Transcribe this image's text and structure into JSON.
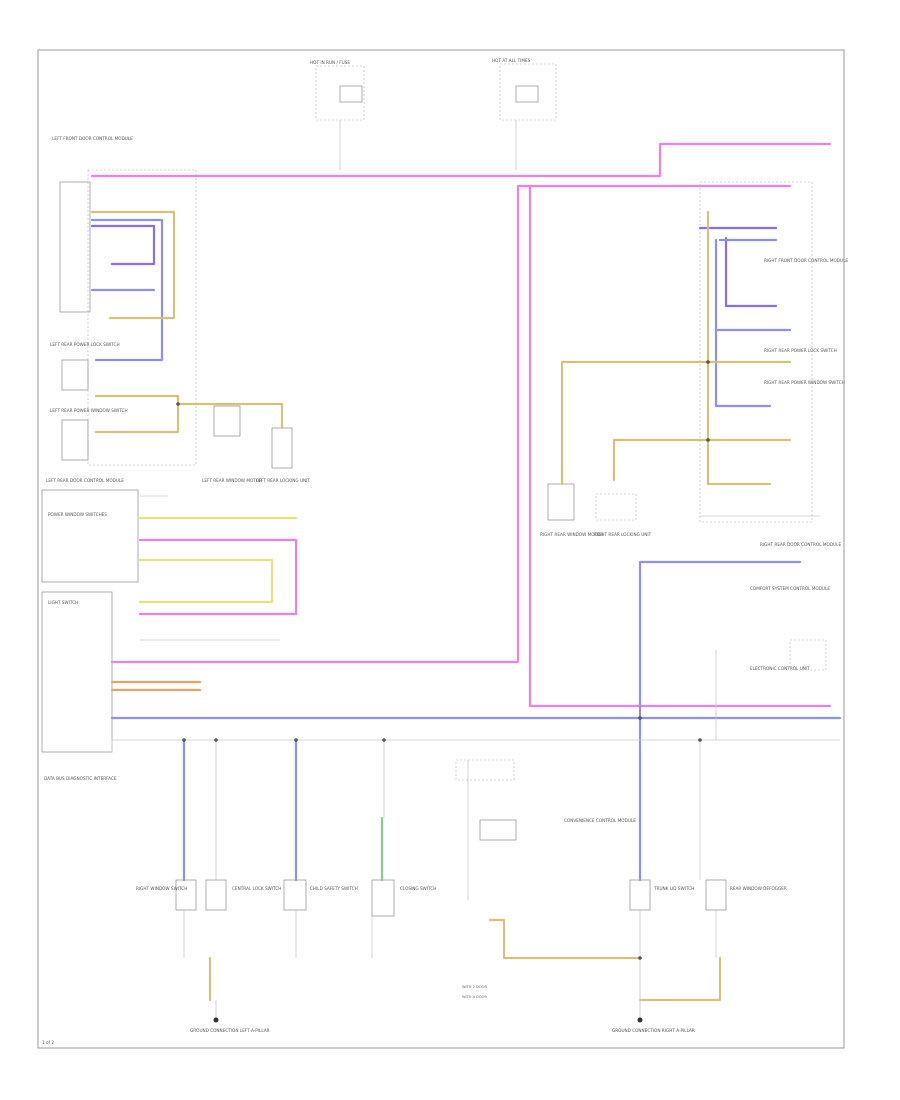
{
  "page_id": "1 of 2",
  "colors": {
    "pink": "#ee7fe6",
    "violet": "#8a6cf2",
    "blue": "#8f8ff2",
    "tan": "#d2c27a",
    "yellow": "#e2e27e",
    "orange": "#e8a36a",
    "green": "#7fd27f",
    "black": "#444444",
    "ground": "#333333"
  },
  "labels": [
    {
      "id": "fuse-top-left",
      "text": "HOT IN RUN / FUSE"
    },
    {
      "id": "fuse-top-right",
      "text": "HOT AT ALL TIMES"
    },
    {
      "id": "left-front-door",
      "text": "LEFT FRONT DOOR CONTROL MODULE"
    },
    {
      "id": "left-rear-lock",
      "text": "LEFT REAR POWER LOCK SWITCH"
    },
    {
      "id": "left-rear-window",
      "text": "LEFT REAR POWER WINDOW SWITCH"
    },
    {
      "id": "left-rear-motor",
      "text": "LEFT REAR WINDOW MOTOR"
    },
    {
      "id": "left-rear-lock-unit",
      "text": "LEFT REAR LOCKING UNIT"
    },
    {
      "id": "left-rear-door-module",
      "text": "LEFT REAR DOOR CONTROL MODULE"
    },
    {
      "id": "left-door-switches",
      "text": "POWER WINDOW SWITCHES"
    },
    {
      "id": "light-switch",
      "text": "LIGHT SWITCH"
    },
    {
      "id": "gateway",
      "text": "DATA BUS DIAGNOSTIC INTERFACE"
    },
    {
      "id": "right-front-door",
      "text": "RIGHT FRONT DOOR CONTROL MODULE"
    },
    {
      "id": "right-rear-lock-sw",
      "text": "RIGHT REAR POWER LOCK SWITCH"
    },
    {
      "id": "right-rear-window-sw",
      "text": "RIGHT REAR POWER WINDOW SWITCH"
    },
    {
      "id": "right-rear-motor",
      "text": "RIGHT REAR WINDOW MOTOR"
    },
    {
      "id": "right-rear-lock-unit",
      "text": "RIGHT REAR LOCKING UNIT"
    },
    {
      "id": "right-rear-module",
      "text": "RIGHT REAR DOOR CONTROL MODULE"
    },
    {
      "id": "comfort-module",
      "text": "COMFORT SYSTEM CONTROL MODULE"
    },
    {
      "id": "elec-ctrl",
      "text": "ELECTRONIC CONTROL UNIT"
    },
    {
      "id": "g-left",
      "text": "GROUND CONNECTION LEFT A-PILLAR"
    },
    {
      "id": "g-right",
      "text": "GROUND CONNECTION RIGHT A-PILLAR"
    },
    {
      "id": "sw-1",
      "text": "RIGHT WINDOW SWITCH"
    },
    {
      "id": "sw-2",
      "text": "CENTRAL LOCK SWITCH"
    },
    {
      "id": "sw-3",
      "text": "CHILD SAFETY SWITCH"
    },
    {
      "id": "sw-4",
      "text": "CLOSING SWITCH"
    },
    {
      "id": "sw-5",
      "text": "TRUNK LID SWITCH"
    },
    {
      "id": "sw-6",
      "text": "REAR WINDOW DEFOGGER"
    },
    {
      "id": "module-right",
      "text": "CONVENIENCE CONTROL MODULE"
    },
    {
      "id": "note-1",
      "text": "WITH 2 DOOR"
    },
    {
      "id": "note-2",
      "text": "WITH 4 DOOR"
    }
  ]
}
